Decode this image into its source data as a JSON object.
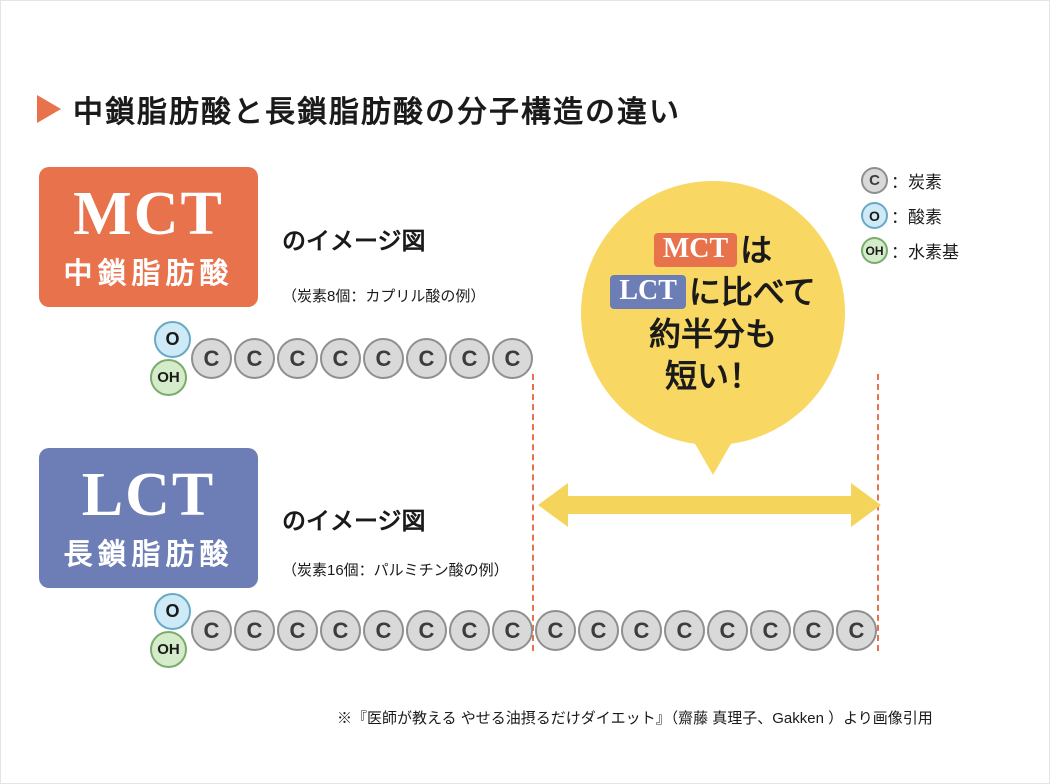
{
  "page": {
    "title": "中鎖脂肪酸と長鎖脂肪酸の分子構造の違い",
    "citation": "※『医師が教える やせる油摂るだけダイエット』（齋藤 真理子、Gakken ）より画像引用"
  },
  "legend": {
    "items": [
      {
        "symbol": "C",
        "label": "：炭素"
      },
      {
        "symbol": "O",
        "label": "：酸素"
      },
      {
        "symbol": "OH",
        "label": "：水素基"
      }
    ]
  },
  "atoms": {
    "carbon": "C",
    "oxygen": "O",
    "hydroxyl": "OH"
  },
  "mct": {
    "abbr": "MCT",
    "name": "中鎖脂肪酸",
    "caption": "のイメージ図",
    "note": "（炭素8個：カプリル酸の例）",
    "carbon_count": 8,
    "color": "#e8724c"
  },
  "lct": {
    "abbr": "LCT",
    "name": "長鎖脂肪酸",
    "caption": "のイメージ図",
    "note": "（炭素16個：パルミチン酸の例）",
    "carbon_count": 16,
    "color": "#6d7db5"
  },
  "bubble": {
    "badge1": "MCT",
    "text1": "は",
    "badge2": "LCT",
    "text2": "に比べて",
    "line3": "約半分も",
    "line4": "短い！",
    "background": "#f8d863"
  }
}
